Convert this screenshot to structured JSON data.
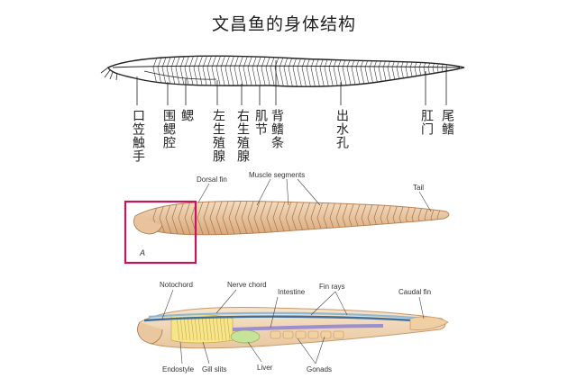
{
  "title": "文昌鱼的身体结构",
  "top_diagram": {
    "labels": [
      {
        "id": "oral-cirri",
        "text": "口笠触手"
      },
      {
        "id": "atrium",
        "text": "围鳃腔"
      },
      {
        "id": "gill",
        "text": "鳃"
      },
      {
        "id": "left-gonad",
        "text": "左生殖腺"
      },
      {
        "id": "right-gonad",
        "text": "右生殖腺"
      },
      {
        "id": "myomere",
        "text": "肌节"
      },
      {
        "id": "fin-ray",
        "text": "背鳍条"
      },
      {
        "id": "atriopore",
        "text": "出水孔"
      },
      {
        "id": "anus",
        "text": "肛门"
      },
      {
        "id": "tail-fin",
        "text": "尾鳍"
      }
    ]
  },
  "middle_diagram": {
    "dorsal_fin": "Dorsal fin",
    "muscle_segments": "Muscle segments",
    "tail": "Tail",
    "panel_letter": "A",
    "highlight_color": "#c2185b"
  },
  "bottom_diagram": {
    "notochord": "Notochord",
    "nerve_chord": "Nerve chord",
    "intestine": "Intestine",
    "fin_rays": "Fin rays",
    "caudal_fin": "Caudal fin",
    "endostyle": "Endostyle",
    "gill_slits": "Gill slits",
    "liver": "Liver",
    "gonads": "Gonads"
  }
}
